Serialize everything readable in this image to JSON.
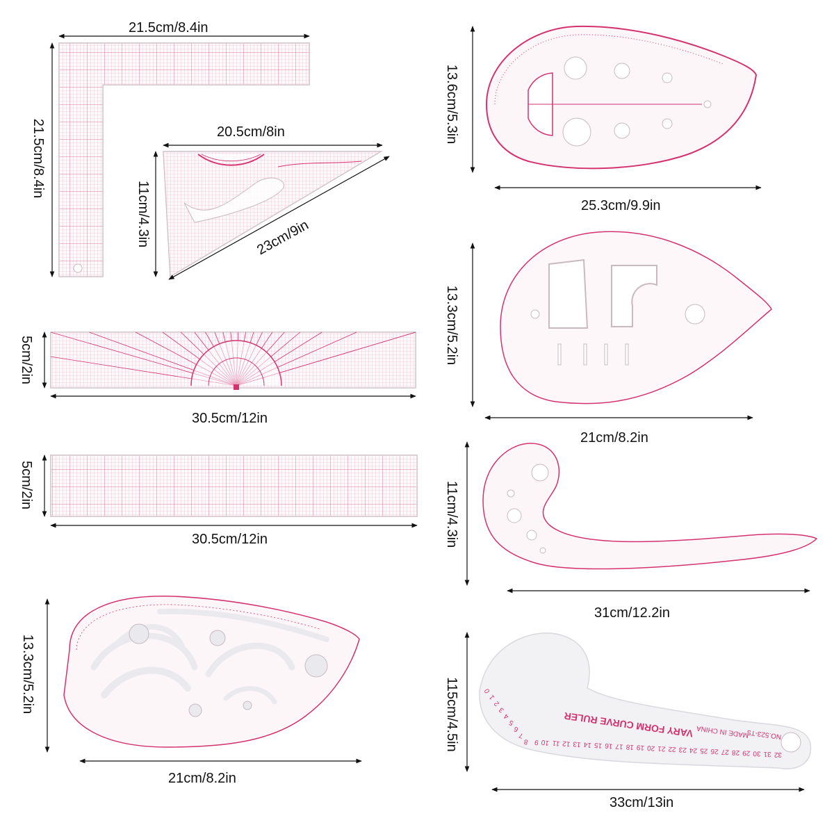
{
  "colors": {
    "ruler_line": "#d4326f",
    "ruler_fill": "#fbeef3",
    "ruler_edge": "#c9b9c0",
    "hole": "#e9e9ee",
    "text": "#111111"
  },
  "rulers": [
    {
      "id": "l-square",
      "width_label": "21.5cm/8.4in",
      "height_label": "21.5cm/8.4in"
    },
    {
      "id": "triangle",
      "width_label": "20.5cm/8in",
      "height_label": "11cm/4.3in",
      "diagonal_label": "23cm/9in"
    },
    {
      "id": "protractor-ruler",
      "width_label": "30.5cm/12in",
      "height_label": "5cm/2in"
    },
    {
      "id": "grid-ruler",
      "width_label": "30.5cm/12in",
      "height_label": "5cm/2in"
    },
    {
      "id": "leaf-curve",
      "width_label": "21cm/8.2in",
      "height_label": "13.3cm/5.2in"
    },
    {
      "id": "drop-curve",
      "width_label": "25.3cm/9.9in",
      "height_label": "13.6cm/5.3in"
    },
    {
      "id": "armhole-curve",
      "width_label": "21cm/8.2in",
      "height_label": "13.3cm/5.2in"
    },
    {
      "id": "hook-curve",
      "width_label": "31cm/12.2in",
      "height_label": "11cm/4.3in"
    },
    {
      "id": "vary-form-curve",
      "width_label": "33cm/13in",
      "height_label": "115cm/4.5in"
    }
  ],
  "ruler_print": {
    "vary_form": "VARY FORM CURVE RULER",
    "made_in_china": "MADE IN CHINA",
    "model_vary": "NO.523-T5",
    "scale_numbers": [
      "0",
      "1",
      "2",
      "3",
      "4",
      "5",
      "6",
      "7",
      "8",
      "9",
      "10",
      "11",
      "12",
      "13",
      "14",
      "15",
      "16",
      "17",
      "18",
      "19",
      "20",
      "21",
      "22",
      "23",
      "24",
      "25",
      "26",
      "27",
      "28",
      "29",
      "30",
      "31",
      "32"
    ]
  }
}
